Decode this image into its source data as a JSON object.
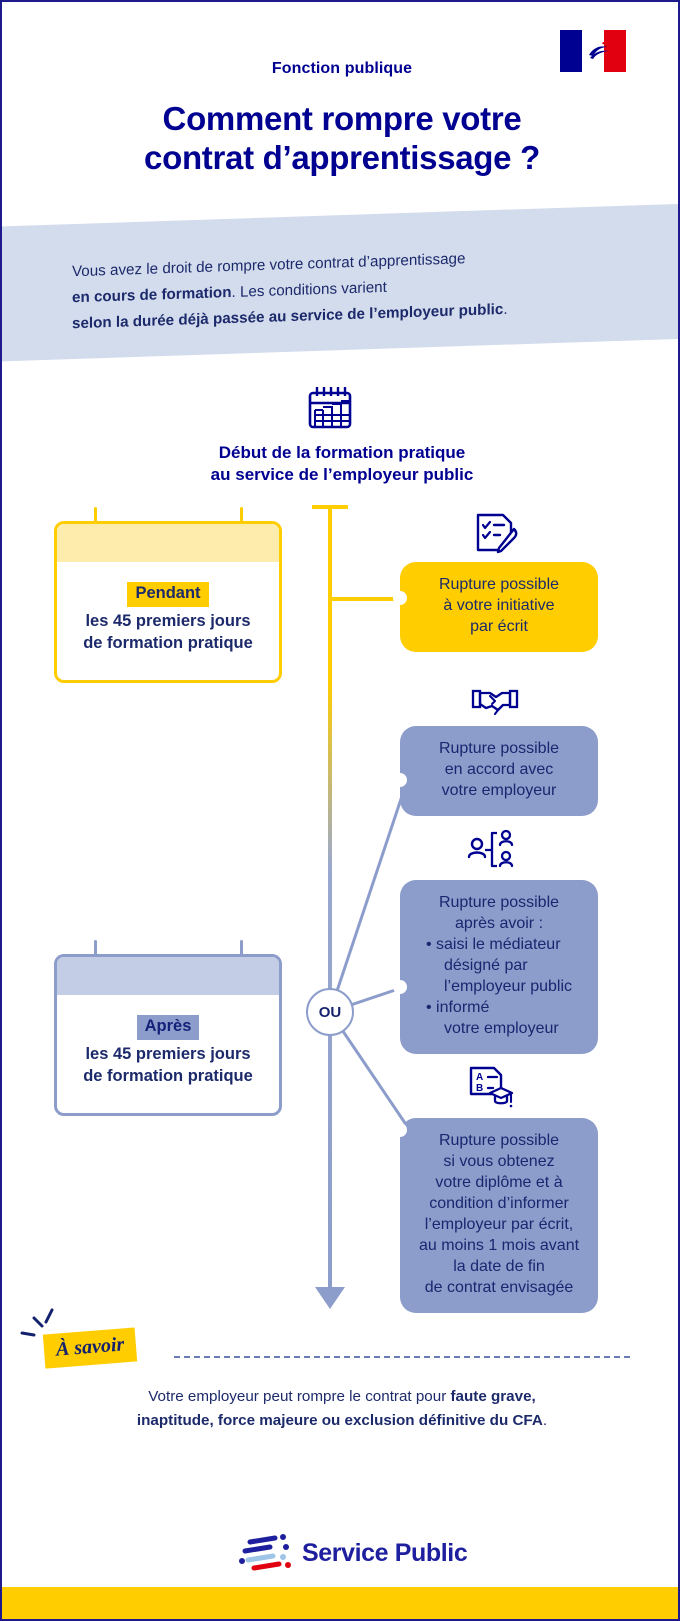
{
  "header": {
    "eyebrow": "Fonction publique",
    "title_line1": "Comment rompre votre",
    "title_line2": "contrat d’apprentissage ?",
    "flag_icon": "french-republic-flag-marianne"
  },
  "intro": {
    "line1_plain": "Vous avez le droit de rompre votre contrat d’apprentissage",
    "line2_bold": "en cours de formation",
    "line2_plain": ". Les conditions varient",
    "line3_bold": "selon la durée déjà passée au service de l’employeur public",
    "line3_plain": "."
  },
  "timeline": {
    "start_icon": "calendar-icon",
    "start_title_line1": "Début de la formation pratique",
    "start_title_line2": "au service de l’employeur public",
    "hub_label": "OU",
    "arrow_icon": "arrow-down-icon"
  },
  "period_cards": [
    {
      "id": "pendant",
      "highlight": "Pendant",
      "line1": "les 45 premiers jours",
      "line2": "de formation pratique",
      "accent": "#FFCD00"
    },
    {
      "id": "apres",
      "highlight": "Après",
      "line1": "les 45 premiers jours",
      "line2": "de formation pratique",
      "accent": "#8C9DCB"
    }
  ],
  "options": [
    {
      "id": "initiative-ecrit",
      "icon": "checklist-pen-icon",
      "color": "#FFCD00",
      "lines": [
        "Rupture possible",
        "à votre initiative",
        "par écrit"
      ]
    },
    {
      "id": "accord-employeur",
      "icon": "handshake-icon",
      "color": "#8C9DCB",
      "lines": [
        "Rupture possible",
        "en accord avec",
        "votre employeur"
      ]
    },
    {
      "id": "mediateur",
      "icon": "mediator-people-icon",
      "color": "#8C9DCB",
      "lines": [
        "Rupture possible",
        "après avoir :"
      ],
      "bullets": [
        "saisi le médiateur désigné par l’employeur public",
        "informé votre employeur"
      ],
      "bullet_lines": [
        [
          "saisi le médiateur",
          "désigné par",
          "l’employeur public"
        ],
        [
          "informé",
          "votre employeur"
        ]
      ]
    },
    {
      "id": "diplome",
      "icon": "diploma-graduation-icon",
      "color": "#8C9DCB",
      "lines": [
        "Rupture possible",
        "si vous obtenez",
        "votre diplôme et à",
        "condition d’informer",
        "l’employeur par écrit,",
        "au moins 1 mois avant",
        "la date de fin",
        "de contrat envisagée"
      ]
    }
  ],
  "note": {
    "badge": "À savoir",
    "badge_icon": "sparkle-icon",
    "line1_plain": "Votre employeur peut rompre le contrat pour ",
    "line1_bold": "faute grave,",
    "line2_bold": "inaptitude, force majeure ou exclusion définitive du CFA",
    "line2_plain": "."
  },
  "footer": {
    "logo_icon": "service-public-bars-logo",
    "brand": "Service Public"
  },
  "colors": {
    "navy": "#000091",
    "text_navy": "#1C2A6B",
    "yellow": "#FFCD00",
    "yellow_light": "#FDECAB",
    "blue": "#8C9DCB",
    "blue_light": "#C3CDE6",
    "band": "#D3DCED",
    "red": "#E1000F"
  }
}
